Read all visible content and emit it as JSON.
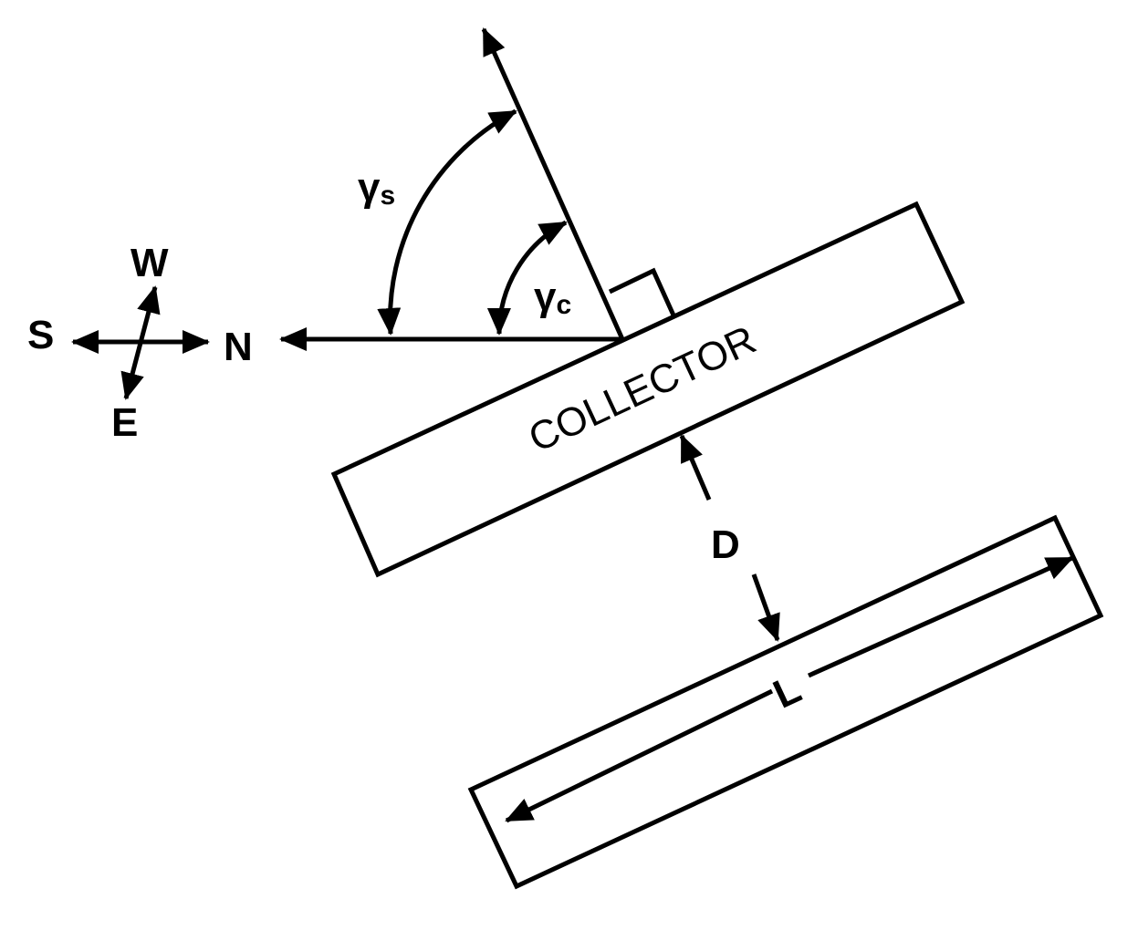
{
  "compass": {
    "north": "N",
    "south": "S",
    "east": "E",
    "west": "W"
  },
  "angles": {
    "gamma_s": {
      "symbol": "γ",
      "subscript": "s"
    },
    "gamma_c": {
      "symbol": "γ",
      "subscript": "c"
    }
  },
  "collector": {
    "label": "COLLECTOR"
  },
  "dimensions": {
    "row_spacing": "D",
    "collector_length": "L"
  },
  "colors": {
    "stroke": "#000000",
    "background": "#ffffff"
  }
}
